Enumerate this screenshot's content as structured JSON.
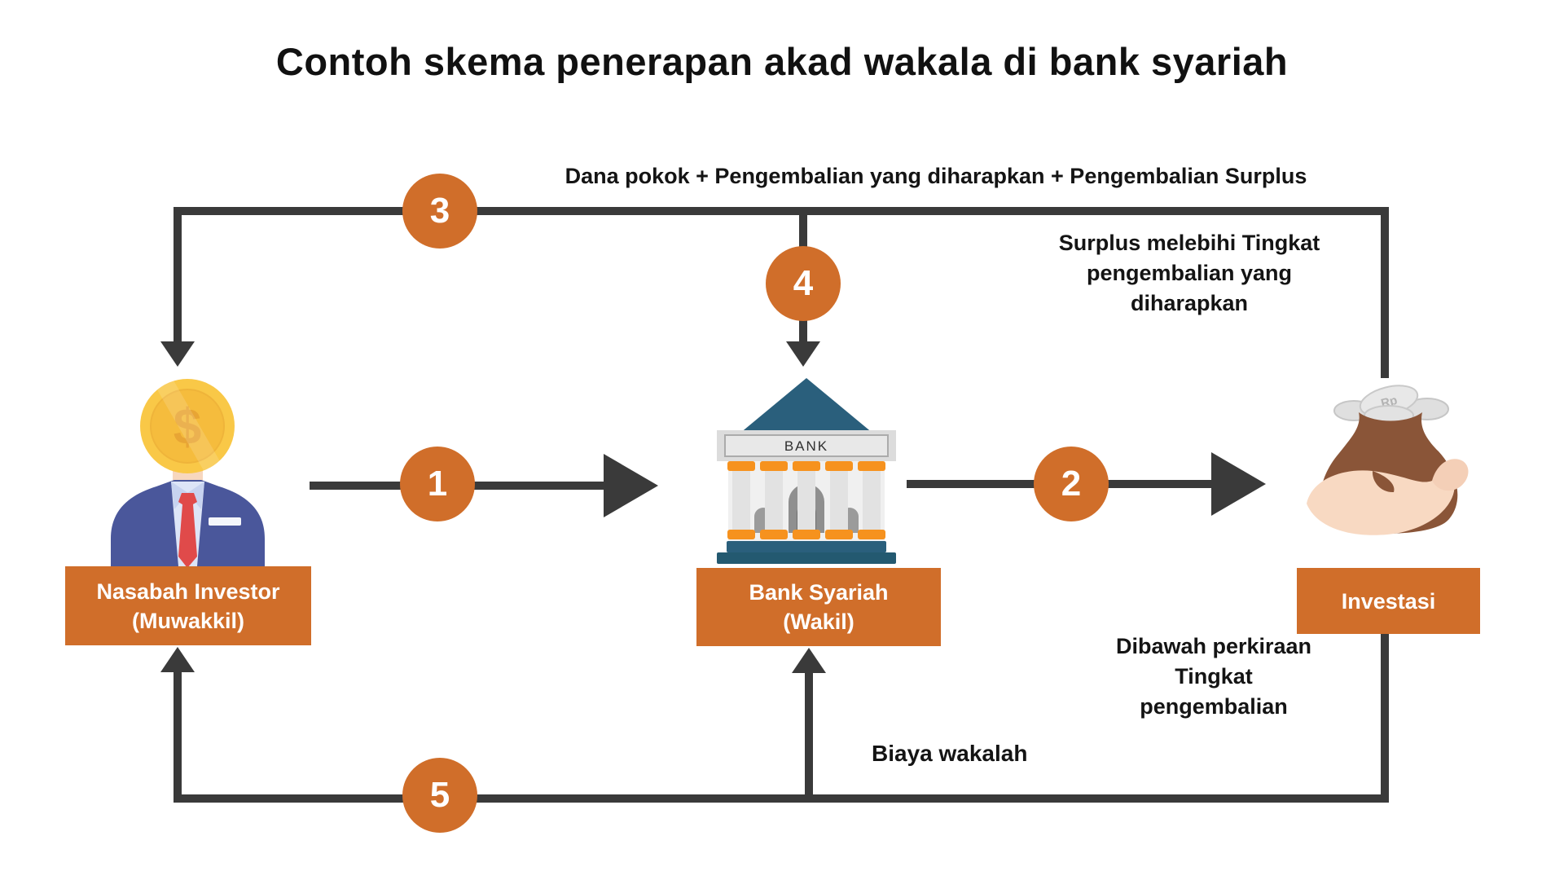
{
  "title": "Contoh skema penerapan akad wakala di bank syariah",
  "flow_labels": {
    "top_return": "Dana pokok + Pengembalian yang diharapkan + Pengembalian Surplus",
    "surplus_note_lines": [
      "Surplus melebihi Tingkat",
      "pengembalian yang",
      "diharapkan"
    ],
    "below_note_lines": [
      "Dibawah perkiraan",
      "Tingkat",
      "pengembalian"
    ],
    "fee": "Biaya wakalah"
  },
  "steps": [
    {
      "number": "1"
    },
    {
      "number": "2"
    },
    {
      "number": "3"
    },
    {
      "number": "4"
    },
    {
      "number": "5"
    }
  ],
  "entities": {
    "investor": {
      "line1": "Nasabah Investor",
      "line2": "(Muwakkil)",
      "icon": "businessman-coin-head-icon",
      "coin_symbol": "$"
    },
    "bank": {
      "line1": "Bank Syariah",
      "line2": "(Wakil)",
      "icon": "bank-building-icon",
      "sign_text": "BANK"
    },
    "investment": {
      "label": "Investasi",
      "icon": "money-bag-in-hand-icon",
      "coin_text": "Rp"
    }
  },
  "colors": {
    "accent_orange": "#D06E2A",
    "column_orange": "#F6921E",
    "arrow_dark": "#3A3A3A",
    "bank_teal": "#2A5F7C",
    "coin_gold": "#F9C847",
    "suit_blue": "#4A579B",
    "tie_red": "#E04A4A",
    "bag_brown": "#8A5538",
    "hand_skin": "#F8D9C2",
    "text_dark": "#141414"
  }
}
